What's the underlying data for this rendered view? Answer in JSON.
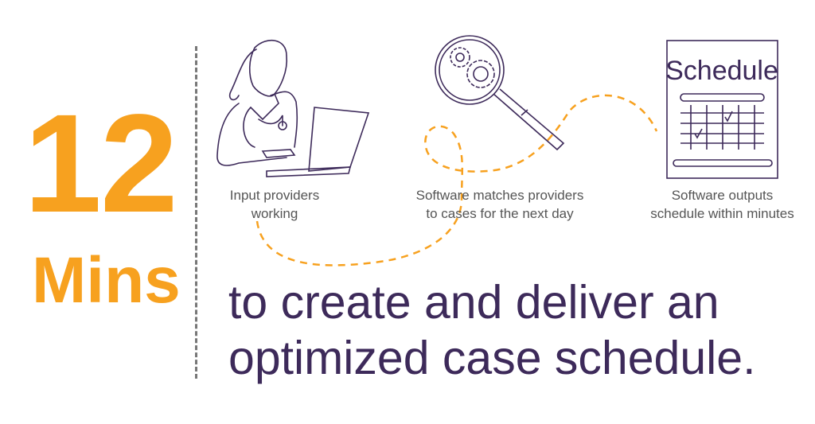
{
  "stat": {
    "number": "12",
    "unit": "Mins"
  },
  "steps": [
    {
      "caption_line1": "Input providers",
      "caption_line2": "working",
      "icon": "provider-laptop-icon"
    },
    {
      "caption_line1": "Software matches providers",
      "caption_line2": "to cases for the next day",
      "icon": "magnifier-gears-icon"
    },
    {
      "caption_line1": "Software outputs",
      "caption_line2": "schedule within minutes",
      "icon": "schedule-icon",
      "icon_title": "Schedule"
    }
  ],
  "headline": {
    "line1": "to create and deliver an",
    "line2": "optimized case schedule."
  },
  "colors": {
    "accent": "#F7A11F",
    "ink": "#3D2A5A",
    "caption": "#555555",
    "divider": "#777777"
  }
}
